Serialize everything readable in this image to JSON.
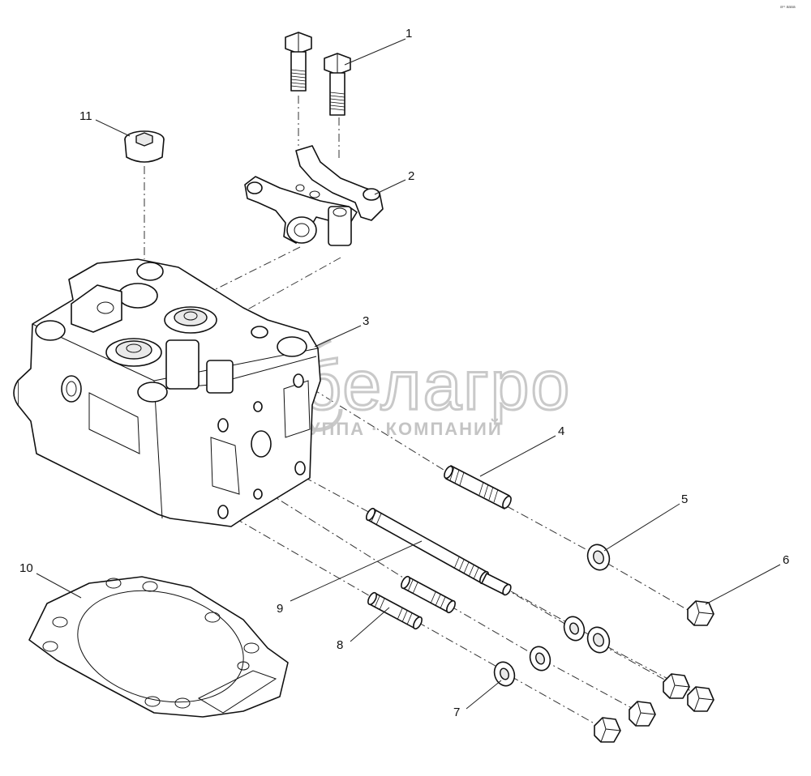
{
  "labels": [
    {
      "id": "label-1",
      "text": "1"
    },
    {
      "id": "label-2",
      "text": "2"
    },
    {
      "id": "label-3",
      "text": "3"
    },
    {
      "id": "label-4",
      "text": "4"
    },
    {
      "id": "label-5",
      "text": "5"
    },
    {
      "id": "label-6",
      "text": "6"
    },
    {
      "id": "label-7",
      "text": "7"
    },
    {
      "id": "label-8",
      "text": "8"
    },
    {
      "id": "label-9",
      "text": "9"
    },
    {
      "id": "label-10",
      "text": "10"
    },
    {
      "id": "label-11",
      "text": "11"
    }
  ],
  "watermark": {
    "brand": "белагро",
    "subtitle": "ГРУППА · КОМПАНИЙ",
    "color": "#c9c9c9"
  },
  "corner_mark": "a¹¹ aaaa"
}
